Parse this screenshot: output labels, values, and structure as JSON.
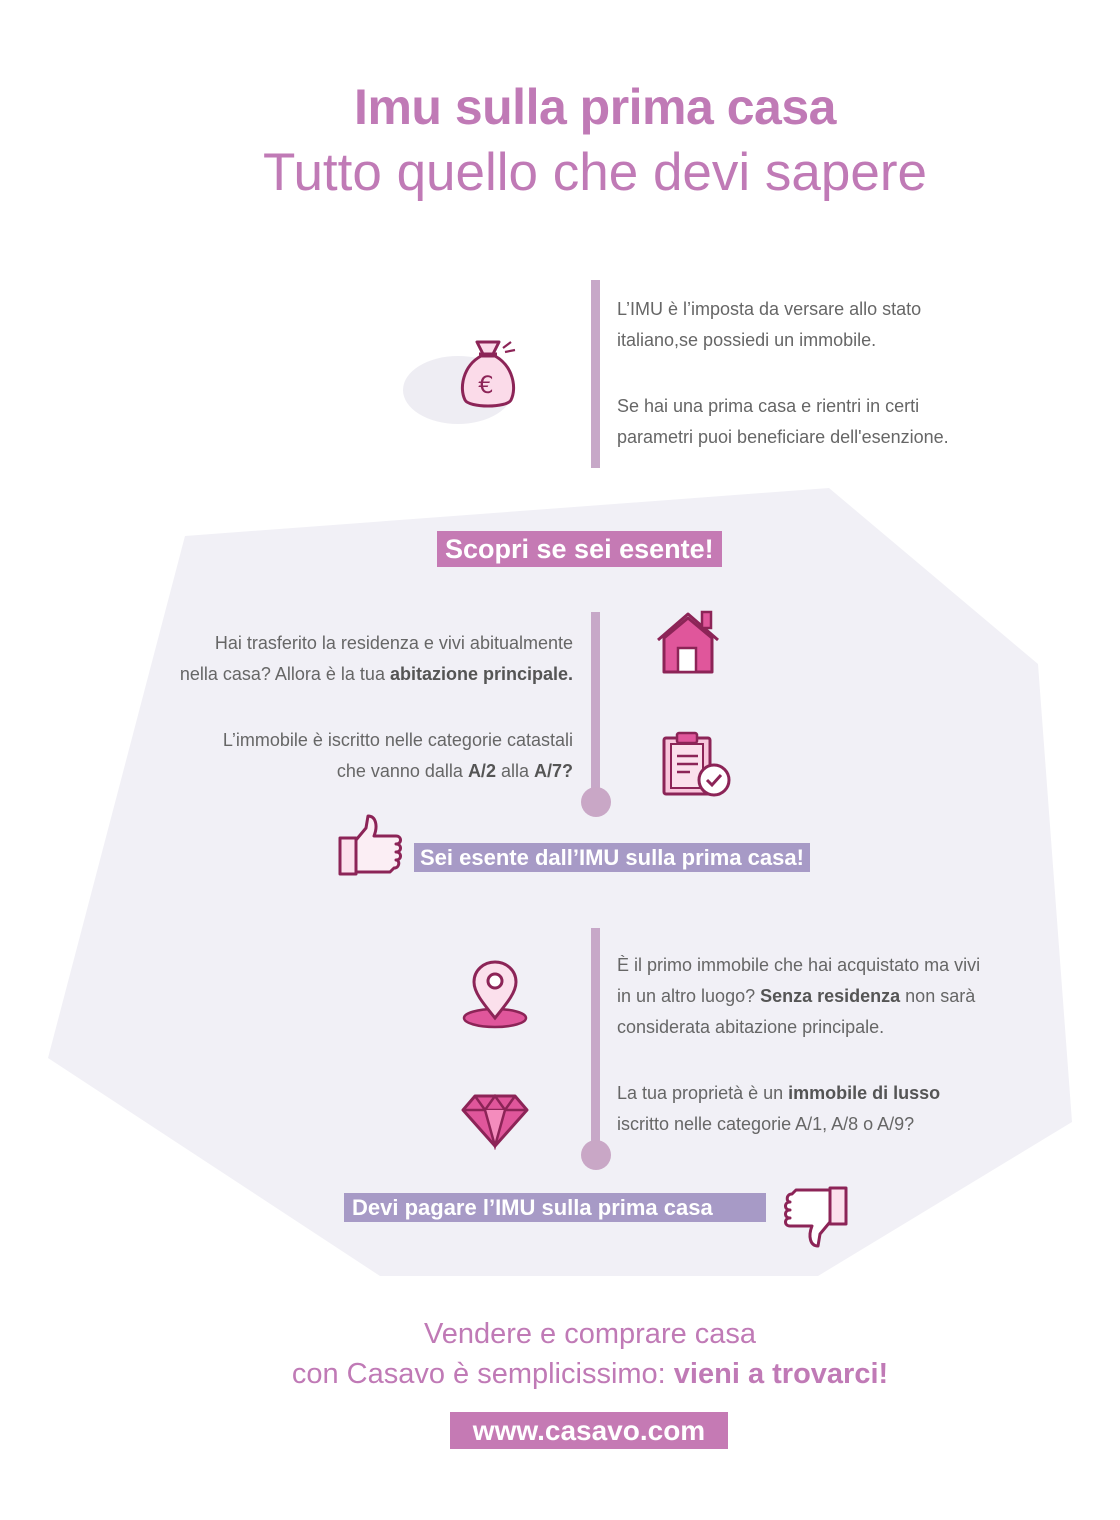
{
  "header": {
    "title": "Imu sulla prima casa",
    "subtitle": "Tutto quello che devi sapere"
  },
  "intro": {
    "p1_line1": "L’IMU è l’imposta da versare allo stato",
    "p1_line2": "italiano,se possiedi un immobile.",
    "p2_line1": "Se hai una prima casa e rientri in certi",
    "p2_line2": "parametri puoi beneficiare dell'esenzione."
  },
  "discover_banner": "Scopri se sei esente!",
  "exempt": {
    "c1_line1": "Hai trasferito la residenza e vivi abitualmente",
    "c1_line2_a": "nella casa? Allora è la tua ",
    "c1_line2_b": "abitazione principale.",
    "c2_line1": "L’immobile è iscritto nelle categorie catastali",
    "c2_line2_a": "che vanno dalla ",
    "c2_line2_b": "A/2",
    "c2_line2_c": " alla ",
    "c2_line2_d": "A/7?",
    "result": "Sei esente dall’IMU sulla prima casa!"
  },
  "pay": {
    "c1_line1": "È il primo immobile che hai acquistato ma vivi",
    "c1_line2_a": "in un altro luogo? ",
    "c1_line2_b": "Senza residenza",
    "c1_line2_c": " non sarà",
    "c1_line3": "considerata abitazione principale.",
    "c2_line1_a": "La tua proprietà è un ",
    "c2_line1_b": "immobile di lusso",
    "c2_line2": "iscritto nelle categorie A/1, A/8 o A/9?",
    "result": "Devi pagare l’IMU sulla prima casa"
  },
  "footer": {
    "line1": "Vendere e comprare casa",
    "line2_a": "con Casavo è semplicissimo: ",
    "line2_b": "vieni a trovarci!",
    "url": "www.casavo.com"
  },
  "icons": [
    "money-bag-icon",
    "house-icon",
    "clipboard-check-icon",
    "thumbs-up-icon",
    "location-pin-icon",
    "diamond-icon",
    "thumbs-down-icon"
  ],
  "colors": {
    "accent_pink": "#c57ab4",
    "accent_lavender": "#a79ac6",
    "icon_magenta": "#e0569b",
    "icon_outline": "#8c2457",
    "panel_bg": "#f1f0f6"
  }
}
